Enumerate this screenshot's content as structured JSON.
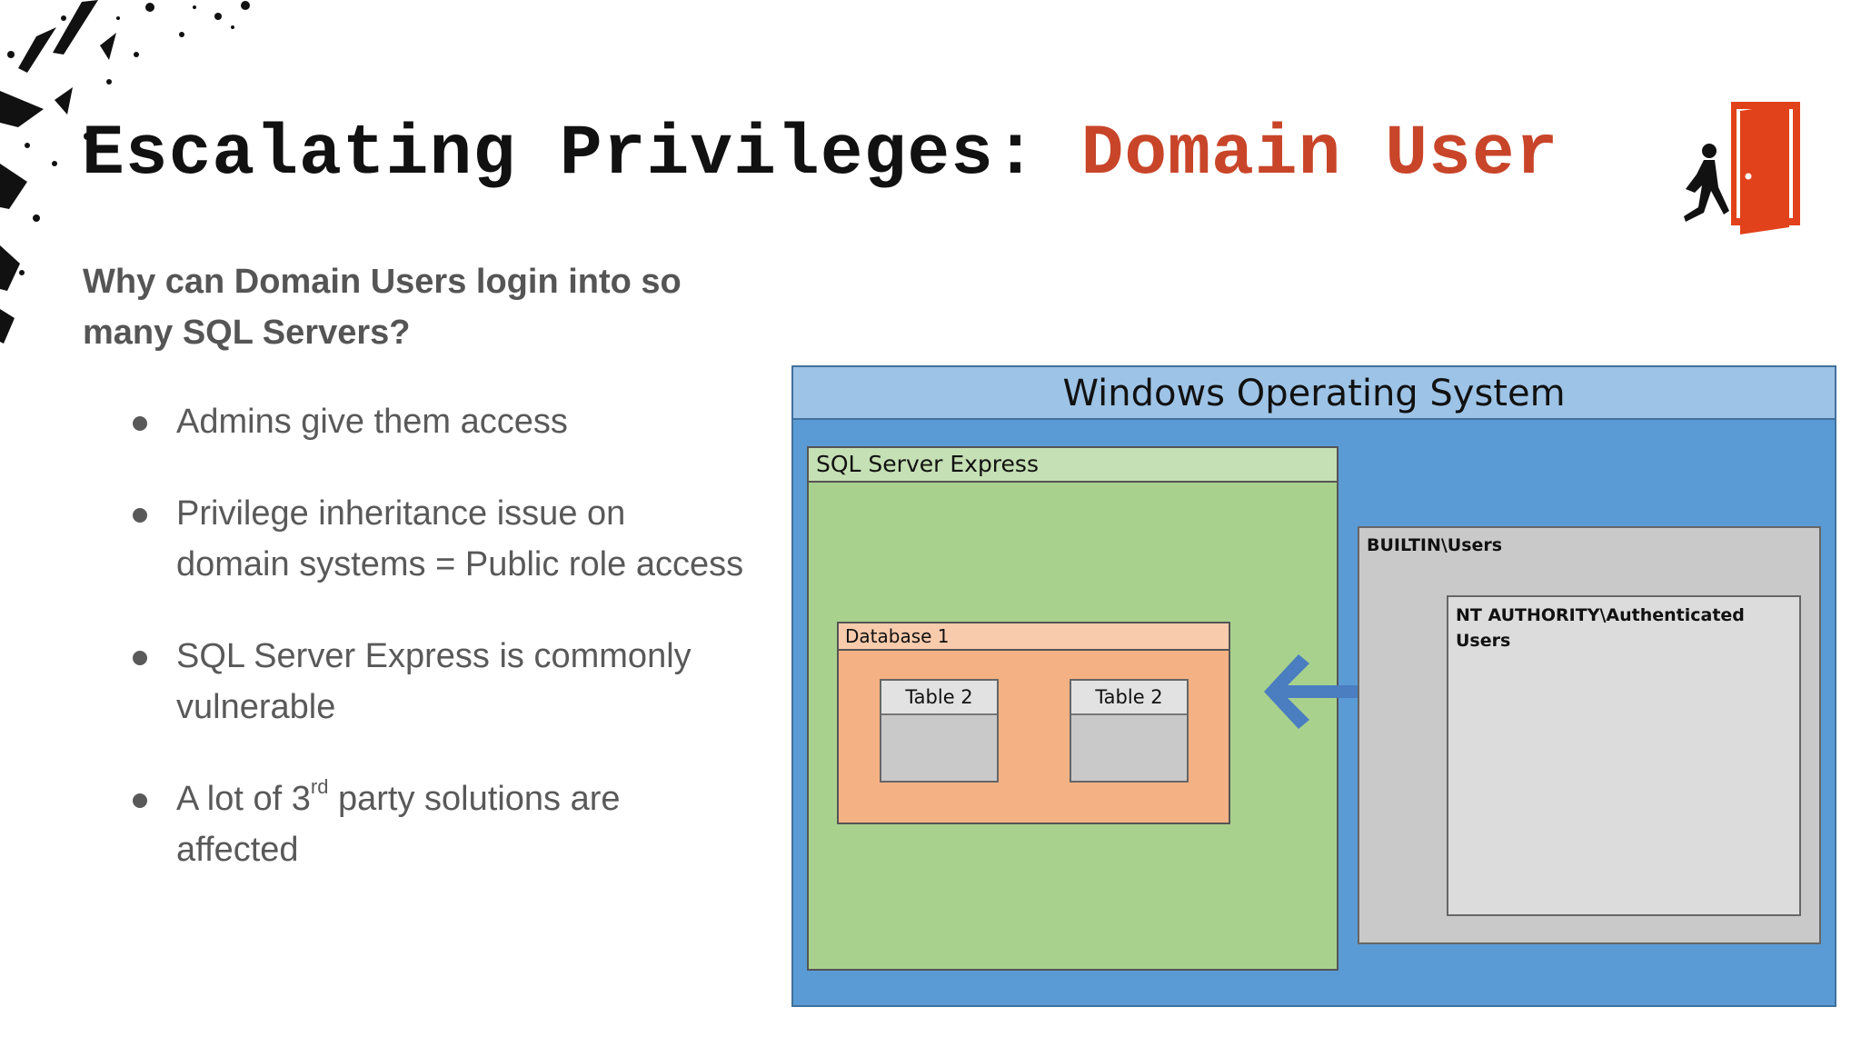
{
  "slide": {
    "title_main": "Escalating Privileges: ",
    "title_accent": "Domain User",
    "question": "Why can Domain Users login into so many SQL Servers?",
    "bullets": [
      {
        "text": "Admins give them access"
      },
      {
        "text": "Privilege inheritance issue on domain systems = Public role access"
      },
      {
        "text": "SQL Server Express is commonly vulnerable"
      },
      {
        "text_before": "A lot of 3",
        "superscript": "rd",
        "text_after": " party solutions are affected"
      }
    ],
    "icon": "person-exiting-door-icon",
    "colors": {
      "accent": "#c8452a",
      "door": "#e2421b"
    }
  },
  "diagram": {
    "os_title": "Windows Operating System",
    "sql_title": "SQL Server Express",
    "database_title": "Database 1",
    "tables": [
      "Table 2",
      "Table 2"
    ],
    "builtin_label": "BUILTIN\\Users",
    "auth_label": "NT AUTHORITY\\Authenticated Users",
    "arrow_icon": "left-arrow-icon",
    "colors": {
      "os_body": "#5b9bd5",
      "os_header": "#9dc3e6",
      "sql_body": "#a9d18e",
      "sql_header": "#c5e0b4",
      "db_body": "#f4b183",
      "db_header": "#f8cbad",
      "group_body": "#c9c9c9",
      "arrow": "#4a7ec0"
    }
  }
}
